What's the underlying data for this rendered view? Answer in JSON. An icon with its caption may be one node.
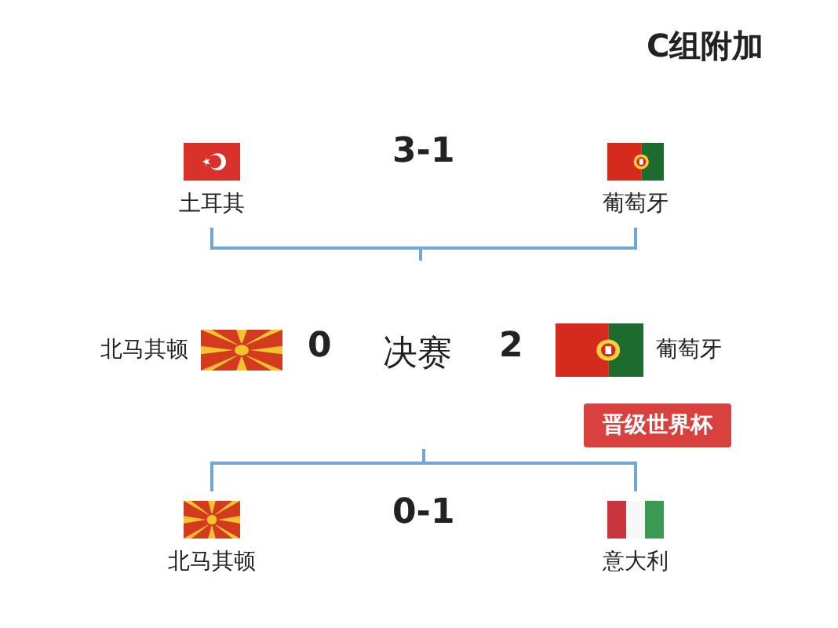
{
  "diagram": {
    "title": "C组附加",
    "nodes": [
      {
        "text": [
          "葡萄牙"
        ]
      },
      {
        "text": [
          "土耳其"
        ]
      },
      {
        "text": [
          "葡萄牙"
        ],
        "beside": [
          "2"
        ]
      },
      {
        "text": [
          "北马其顿"
        ],
        "beside": [
          "0"
        ]
      },
      {
        "text": [
          "晋级世界杯"
        ]
      },
      {
        "text": [
          "意大利"
        ]
      },
      {
        "text": [
          "北马其顿"
        ]
      }
    ],
    "edges": [
      {
        "from": 0,
        "to": null,
        "arrow": "none"
      },
      {
        "from": 1,
        "to": null,
        "arrow": "none"
      },
      {
        "from": 5,
        "to": null,
        "arrow": "none"
      },
      {
        "from": 6,
        "to": null,
        "arrow": "none"
      }
    ],
    "labels": [
      "3-1",
      "决赛",
      "0-1"
    ]
  }
}
